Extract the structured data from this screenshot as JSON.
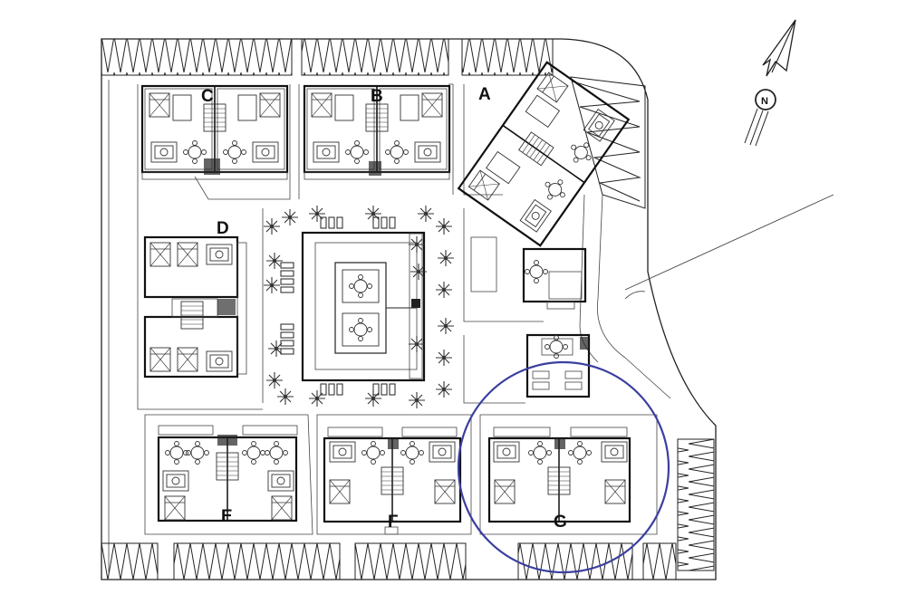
{
  "blocks": [
    {
      "id": "A",
      "label": "A"
    },
    {
      "id": "B",
      "label": "B"
    },
    {
      "id": "C",
      "label": "C"
    },
    {
      "id": "D",
      "label": "D"
    },
    {
      "id": "E",
      "label": "E"
    },
    {
      "id": "F",
      "label": "F"
    },
    {
      "id": "G",
      "label": "G"
    }
  ],
  "north_label": "N",
  "highlight": {
    "block": "G",
    "color": "#3b3f9e"
  },
  "colors": {
    "lines": "#222222",
    "background": "#ffffff"
  }
}
